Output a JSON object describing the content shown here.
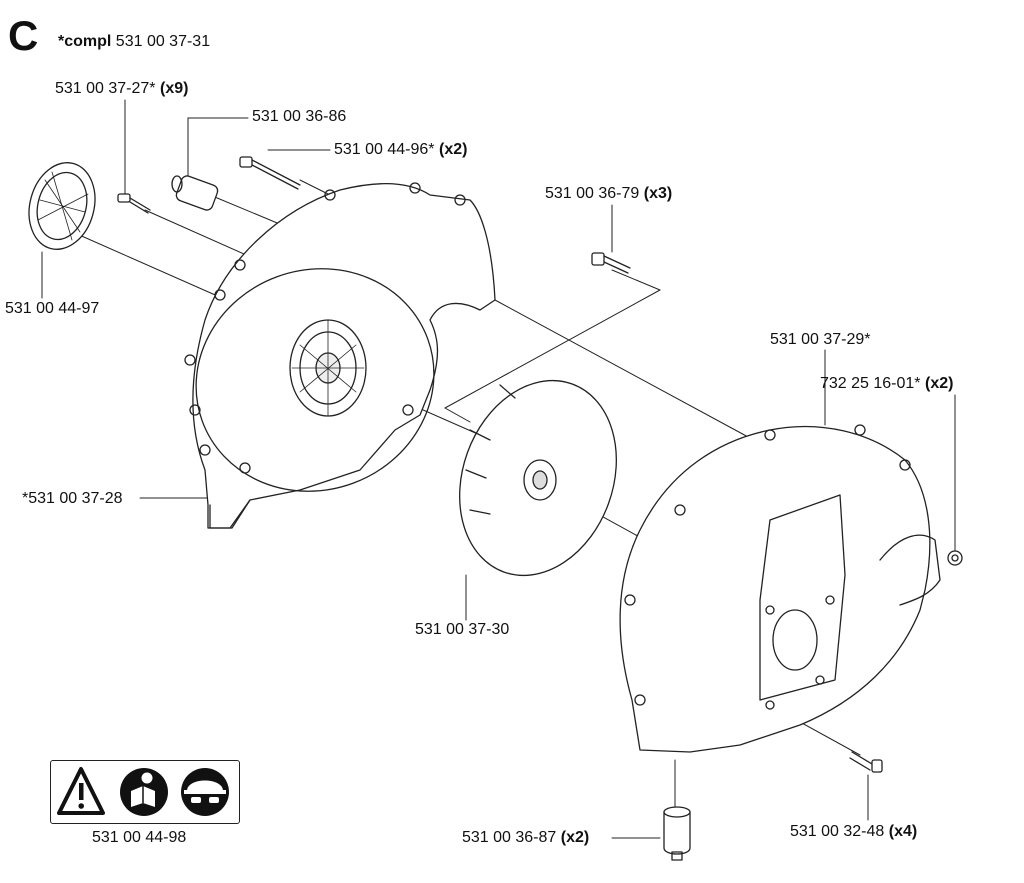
{
  "section": {
    "letter": "C",
    "compl_prefix": "*compl",
    "compl_number": "531 00 37-31"
  },
  "parts": [
    {
      "id": "p1",
      "number": "531 00 37-27*",
      "qty": "(x9)"
    },
    {
      "id": "p2",
      "number": "531 00 36-86",
      "qty": ""
    },
    {
      "id": "p3",
      "number": "531 00 44-96*",
      "qty": "(x2)"
    },
    {
      "id": "p4",
      "number": "531 00 36-79",
      "qty": "(x3)"
    },
    {
      "id": "p5",
      "number": "531 00 44-97",
      "qty": ""
    },
    {
      "id": "p6",
      "number": "531 00 37-29*",
      "qty": ""
    },
    {
      "id": "p7",
      "number": "732 25 16-01*",
      "qty": "(x2)"
    },
    {
      "id": "p8",
      "number": "*531 00 37-28",
      "qty": ""
    },
    {
      "id": "p9",
      "number": "531 00 37-30",
      "qty": ""
    },
    {
      "id": "p10",
      "number": "531 00 44-98",
      "qty": ""
    },
    {
      "id": "p11",
      "number": "531 00 36-87",
      "qty": "(x2)"
    },
    {
      "id": "p12",
      "number": "531 00 32-48",
      "qty": "(x4)"
    }
  ],
  "warning_icons": [
    "warning-triangle-icon",
    "read-manual-icon",
    "safety-helmet-icon"
  ]
}
